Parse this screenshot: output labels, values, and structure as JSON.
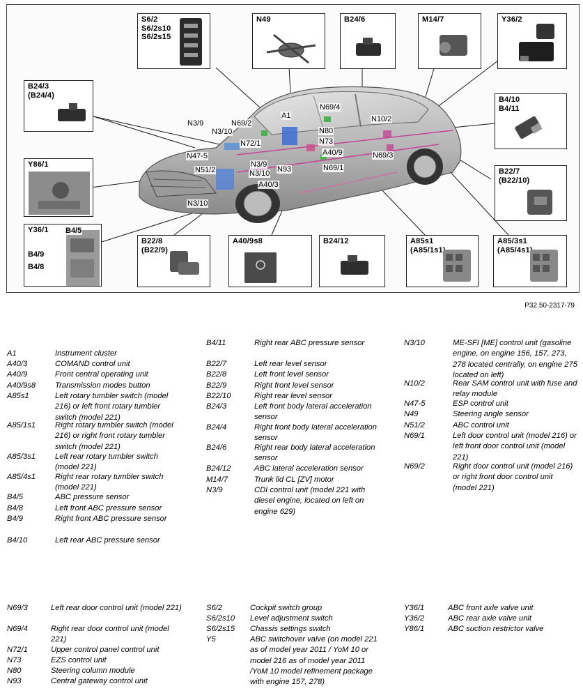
{
  "figure": {
    "reference": "P32.50-2317-79",
    "callouts": [
      {
        "id": "s6-2",
        "label": "S6/2\nS6/2s10\nS6/2s15"
      },
      {
        "id": "n49",
        "label": "N49"
      },
      {
        "id": "b24-6",
        "label": "B24/6"
      },
      {
        "id": "m14-7",
        "label": "M14/7"
      },
      {
        "id": "y36-2",
        "label": "Y36/2"
      },
      {
        "id": "b24-3",
        "label": "B24/3\n(B24/4)"
      },
      {
        "id": "b4-10",
        "label": "B4/10\nB4/11"
      },
      {
        "id": "y86-1",
        "label": "Y86/1"
      },
      {
        "id": "b22-7",
        "label": "B22/7\n(B22/10)"
      },
      {
        "id": "y36-1",
        "label": "Y36/1"
      },
      {
        "id": "b22-8",
        "label": "B22/8\n(B22/9)"
      },
      {
        "id": "a40-9s8",
        "label": "A40/9s8"
      },
      {
        "id": "b24-12",
        "label": "B24/12"
      },
      {
        "id": "a85s1",
        "label": "A85s1\n(A85/1s1)"
      },
      {
        "id": "a85-3s1",
        "label": "A85/3s1\n(A85/4s1)"
      }
    ],
    "y36_1_extra": [
      "B4/5",
      "B4/9",
      "B4/8"
    ],
    "tags": [
      "A1",
      "N69/4",
      "N3/9",
      "N69/2",
      "N10/2",
      "N3/10",
      "N80",
      "N72/1",
      "N73",
      "N47-5",
      "A40/9",
      "N69/3",
      "N3/9",
      "N93",
      "N51/2",
      "N3/10",
      "N69/1",
      "A40/3",
      "N3/10"
    ]
  },
  "legend": {
    "col1": [
      {
        "code": "A1",
        "desc": "Instrument cluster"
      },
      {
        "code": "A40/3",
        "desc": "COMAND control unit"
      },
      {
        "code": "A40/9",
        "desc": "Front central operating unit"
      },
      {
        "code": "A40/9s8",
        "desc": "Transmission modes button"
      },
      {
        "code": "A85s1",
        "desc": "Left rotary tumbler switch (model 216) or left front rotary tumbler switch (model 221)"
      },
      {
        "code": "A85/1s1",
        "desc": "Right rotary tumbler switch (model 216) or right front rotary tumbler switch (model 221)"
      },
      {
        "code": "A85/3s1",
        "desc": "Left rear rotary tumbler switch (model 221)"
      },
      {
        "code": "A85/4s1",
        "desc": "Right rear rotary tumbler switch (model 221)"
      },
      {
        "code": "B4/5",
        "desc": "ABC pressure sensor"
      },
      {
        "code": "B4/8",
        "desc": "Left front ABC pressure sensor"
      },
      {
        "code": "B4/9",
        "desc": "Right front ABC pressure sensor"
      },
      {
        "code": "B4/10",
        "desc": "Left rear ABC pressure sensor"
      }
    ],
    "col2": [
      {
        "code": "B4/11",
        "desc": "Right rear ABC pressure sensor"
      },
      {
        "code": "B22/7",
        "desc": "Left rear level sensor"
      },
      {
        "code": "B22/8",
        "desc": "Left front level sensor"
      },
      {
        "code": "B22/9",
        "desc": "Right front level sensor"
      },
      {
        "code": "B22/10",
        "desc": "Right rear level sensor"
      },
      {
        "code": "B24/3",
        "desc": "Left front body lateral acceleration sensor"
      },
      {
        "code": "B24/4",
        "desc": "Right front body lateral acceleration sensor"
      },
      {
        "code": "B24/6",
        "desc": "Right rear body lateral acceleration sensor"
      },
      {
        "code": "B24/12",
        "desc": "ABC lateral acceleration sensor"
      },
      {
        "code": "M14/7",
        "desc": "Trunk lid CL [ZV] motor"
      },
      {
        "code": "N3/9",
        "desc": "CDI control unit (model 221 with diesel engine, located on left on engine 629)"
      }
    ],
    "col3": [
      {
        "code": "N3/10",
        "desc": "ME-SFI [ME] control unit (gasoline engine, on engine 156, 157, 273, 278 located centrally, on engine 275 located on left)"
      },
      {
        "code": "N10/2",
        "desc": "Rear SAM control unit with fuse and relay module"
      },
      {
        "code": "N47-5",
        "desc": "ESP control unit"
      },
      {
        "code": "N49",
        "desc": "Steering angle sensor"
      },
      {
        "code": "N51/2",
        "desc": "ABC control unit"
      },
      {
        "code": "N69/1",
        "desc": "Left door control unit (model 216) or left front door control unit (model 221)"
      },
      {
        "code": "N69/2",
        "desc": "Right door control unit (model 216) or right front door control unit (model 221)"
      }
    ],
    "col4": [
      {
        "code": "N69/3",
        "desc": "Left rear door control unit (model 221)"
      },
      {
        "code": "N69/4",
        "desc": "Right rear door control unit (model 221)"
      },
      {
        "code": "N72/1",
        "desc": "Upper control panel control unit"
      },
      {
        "code": "N73",
        "desc": "EZS control unit"
      },
      {
        "code": "N80",
        "desc": "Steering column module"
      },
      {
        "code": "N93",
        "desc": "Central gateway control unit"
      }
    ],
    "col5": [
      {
        "code": "S6/2",
        "desc": "Cockpit switch group"
      },
      {
        "code": "S6/2s10",
        "desc": "Level adjustment switch"
      },
      {
        "code": "S6/2s15",
        "desc": "Chassis settings switch"
      },
      {
        "code": "Y5",
        "desc": "ABC switchover valve (on model 221 as of model year 2011 / YoM 10 or model 216 as of model year 2011 /YoM 10 model refinement package with engine 157, 278)"
      }
    ],
    "col6": [
      {
        "code": "Y36/1",
        "desc": "ABC front axle valve unit"
      },
      {
        "code": "Y36/2",
        "desc": "ABC rear axle valve unit"
      },
      {
        "code": "Y86/1",
        "desc": "ABC suction restrictor valve"
      }
    ]
  }
}
